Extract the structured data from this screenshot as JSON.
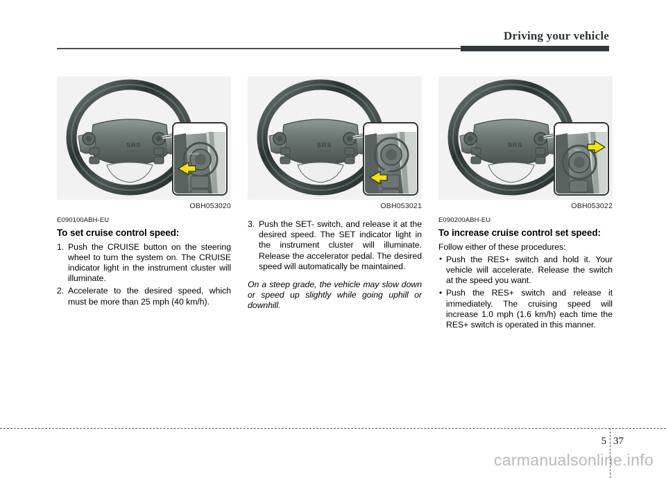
{
  "header": {
    "title": "Driving your vehicle"
  },
  "columns": [
    {
      "figure": {
        "caption": "OBH053020",
        "alt": "steering-wheel-cruise-button"
      },
      "code": "E090100ABH-EU",
      "heading": "To set cruise control speed:",
      "blocks": [
        {
          "type": "numbered",
          "marker": "1.",
          "text": "Push the CRUISE button on the steering wheel to turn the system on.  The CRUISE indicator light in the instrument cluster will illuminate."
        },
        {
          "type": "numbered",
          "marker": "2.",
          "text": "Accelerate to the desired speed, which must be more than 25 mph (40 km/h)."
        }
      ]
    },
    {
      "figure": {
        "caption": "OBH053021",
        "alt": "steering-wheel-set-switch"
      },
      "code": "",
      "heading": "",
      "blocks": [
        {
          "type": "numbered",
          "marker": "3.",
          "text": "Push the SET- switch, and release it at the desired speed. The SET indicator light in the instrument cluster will illuminate. Release the accelerator pedal. The desired speed will automatically be maintained."
        },
        {
          "type": "italic",
          "marker": "",
          "text": "On a steep grade, the vehicle may  slow down or speed up slightly while going uphill or downhill."
        }
      ]
    },
    {
      "figure": {
        "caption": "OBH053022",
        "alt": "steering-wheel-res-switch"
      },
      "code": "E090200ABH-EU",
      "heading": "To increase cruise control set speed:",
      "blocks": [
        {
          "type": "plain",
          "marker": "",
          "text": "Follow either of these procedures:"
        },
        {
          "type": "bullet",
          "marker": "•",
          "text": "Push the RES+ switch and hold it. Your vehicle will accelerate. Release the switch at the speed you want."
        },
        {
          "type": "bullet",
          "marker": "•",
          "text": "Push the RES+ switch and release it immediately. The cruising speed will increase 1.0 mph (1.6 km/h) each time the RES+ switch is operated in this manner."
        }
      ]
    }
  ],
  "footer": {
    "chapter": "5",
    "page": "37",
    "watermark": "carmanualsonline.info"
  },
  "colors": {
    "rule_dark": "#333a3d",
    "figure_bg": "#f2f2f2",
    "arrow_yellow": "#f5e400",
    "text": "#000000"
  }
}
